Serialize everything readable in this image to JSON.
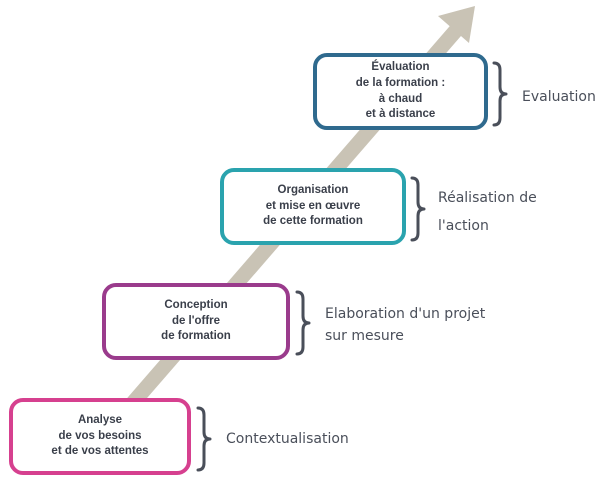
{
  "colors": {
    "arrow": "#c9c3b5",
    "step1_border": "#d6408f",
    "step2_border": "#9a3b8c",
    "step3_border": "#2aa3ae",
    "step4_border": "#2f6a8e",
    "brace": "#4a4f5a",
    "text": "#3a3f4a"
  },
  "steps": [
    {
      "lines": [
        "Analyse",
        "de vos besoins",
        "et de vos attentes"
      ],
      "stage_lines": [
        "Contextualisation"
      ]
    },
    {
      "lines": [
        "Conception",
        "de l'offre",
        "de formation"
      ],
      "stage_lines": [
        "Elaboration d'un projet",
        "sur mesure"
      ]
    },
    {
      "lines": [
        "Organisation",
        "et mise en œuvre",
        "de cette formation"
      ],
      "stage_lines": [
        "Réalisation de",
        "l'action"
      ]
    },
    {
      "lines": [
        "Évaluation",
        "de la formation :",
        "à chaud",
        "et à distance"
      ],
      "stage_lines": [
        "Evaluation"
      ]
    }
  ]
}
